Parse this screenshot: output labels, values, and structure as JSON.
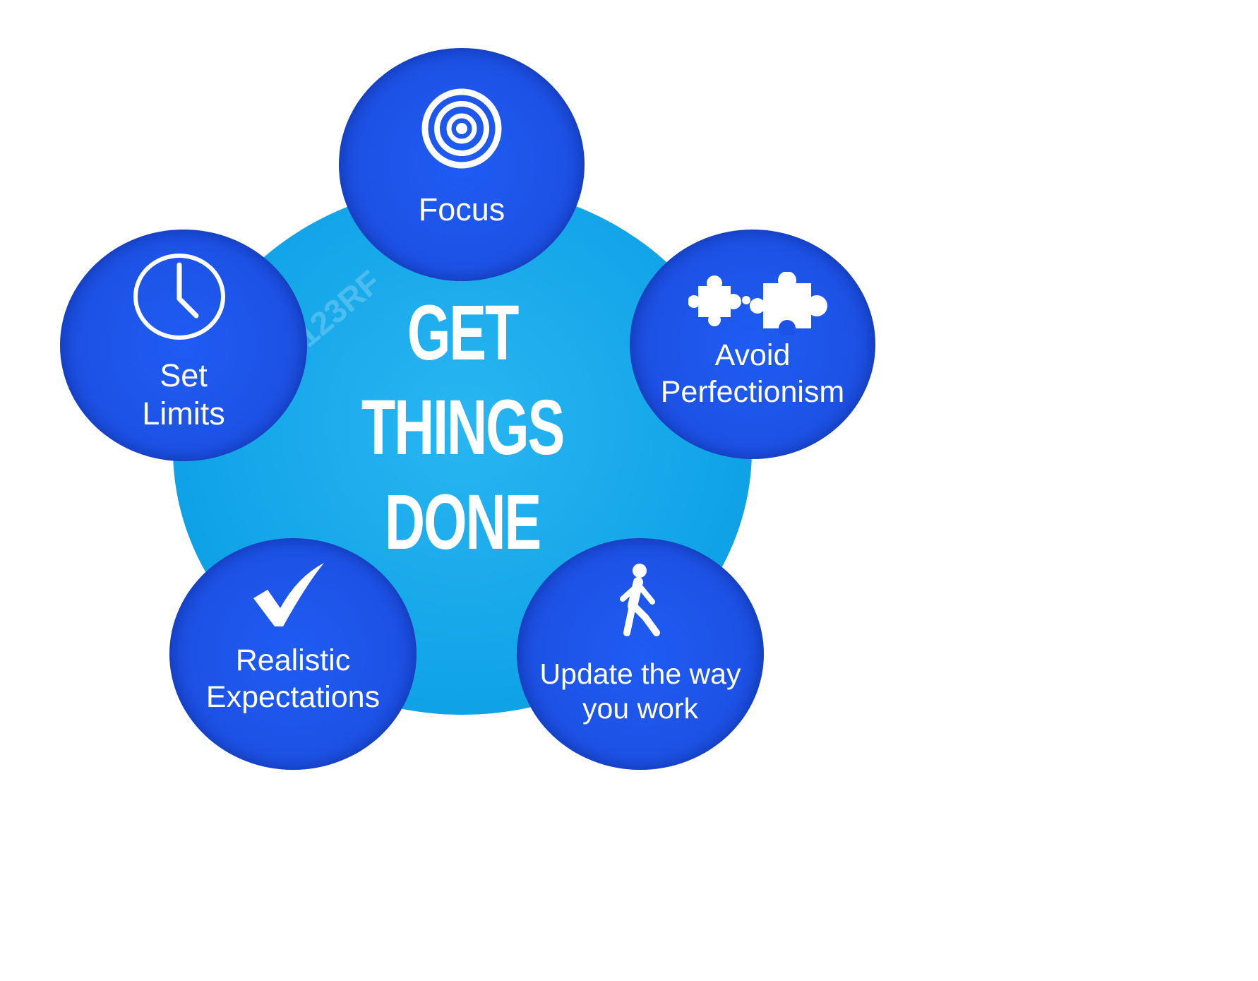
{
  "diagram": {
    "center_title": [
      "GET",
      "THINGS",
      "DONE"
    ],
    "nodes": {
      "focus": {
        "label": [
          "Focus"
        ],
        "icon": "target-icon"
      },
      "avoid_perfectionism": {
        "label": [
          "Avoid",
          "Perfectionism"
        ],
        "icon": "puzzle-pieces-icon"
      },
      "update_the_way_you_work": {
        "label": [
          "Update the way",
          "you work"
        ],
        "icon": "walking-person-icon"
      },
      "realistic_expectations": {
        "label": [
          "Realistic",
          "Expectations"
        ],
        "icon": "checkmark-icon"
      },
      "set_limits": {
        "label": [
          "Set",
          "Limits"
        ],
        "icon": "clock-icon"
      }
    },
    "watermark": "123RF"
  },
  "colors": {
    "background": "#ffffff",
    "center_circle": "#0fa2e6",
    "node_circle": "#1d52e6",
    "text": "#ffffff"
  }
}
